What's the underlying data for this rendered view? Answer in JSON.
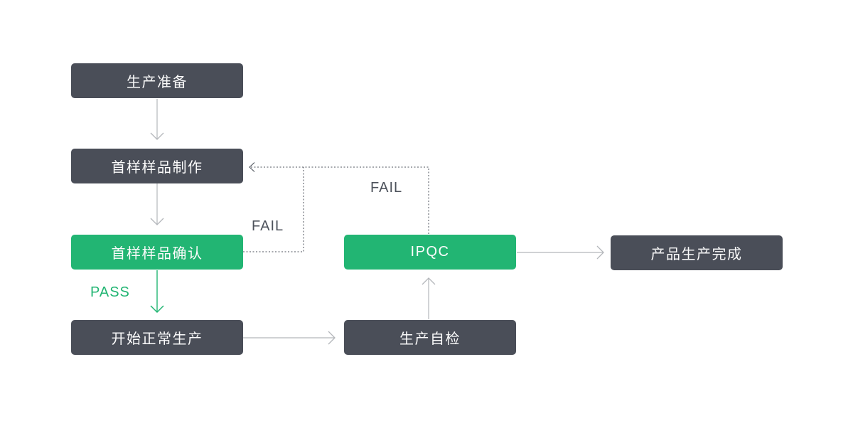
{
  "flowchart": {
    "nodes": [
      {
        "label": "生产准备",
        "type": "dark"
      },
      {
        "label": "首样样品制作",
        "type": "dark"
      },
      {
        "label": "首样样品确认",
        "type": "green"
      },
      {
        "label": "开始正常生产",
        "type": "dark"
      },
      {
        "label": "生产自检",
        "type": "dark"
      },
      {
        "label": "IPQC",
        "type": "green"
      },
      {
        "label": "产品生产完成",
        "type": "dark"
      }
    ],
    "edge_labels": {
      "pass": "PASS",
      "fail_confirm": "FAIL",
      "fail_ipqc": "FAIL"
    },
    "edges": [
      {
        "from": "生产准备",
        "to": "首样样品制作",
        "style": "solid"
      },
      {
        "from": "首样样品制作",
        "to": "首样样品确认",
        "style": "solid"
      },
      {
        "from": "首样样品确认",
        "to": "开始正常生产",
        "style": "solid",
        "label": "PASS"
      },
      {
        "from": "开始正常生产",
        "to": "生产自检",
        "style": "solid"
      },
      {
        "from": "生产自检",
        "to": "IPQC",
        "style": "solid"
      },
      {
        "from": "IPQC",
        "to": "产品生产完成",
        "style": "solid"
      },
      {
        "from": "首样样品确认",
        "to": "首样样品制作",
        "style": "dotted",
        "label": "FAIL"
      },
      {
        "from": "IPQC",
        "to": "首样样品制作",
        "style": "dotted",
        "label": "FAIL"
      }
    ],
    "colors": {
      "node_dark": "#4a4e58",
      "node_green": "#22b573",
      "node_text": "#fbfbfb",
      "solid_edge": "#b4b7bb",
      "pass_edge": "#22b573",
      "dotted_edge": "#4d525b",
      "fail_text": "#4d525b",
      "pass_text": "#22b573"
    }
  }
}
